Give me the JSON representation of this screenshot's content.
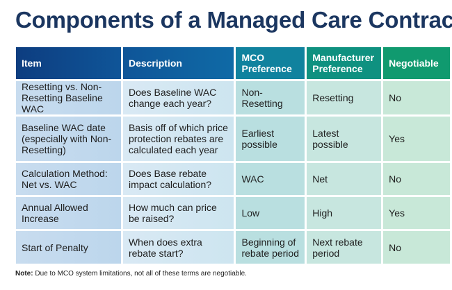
{
  "title": "Components of a Managed Care Contract",
  "table": {
    "headers": {
      "item": "Item",
      "description": "Description",
      "mco": "MCO Preference",
      "manufacturer": "Manufacturer Preference",
      "negotiable": "Negotiable"
    },
    "rows": [
      {
        "item": "Resetting vs. Non-Resetting Baseline WAC",
        "description": "Does Baseline WAC change each year?",
        "mco": "Non-Resetting",
        "manufacturer": "Resetting",
        "negotiable": "No"
      },
      {
        "item": "Baseline WAC date (especially with Non-Resetting)",
        "description": "Basis off of which price protection rebates are calculated each year",
        "mco": "Earliest possible",
        "manufacturer": "Latest possible",
        "negotiable": "Yes"
      },
      {
        "item": "Calculation Method: Net vs. WAC",
        "description": "Does Base rebate impact calculation?",
        "mco": "WAC",
        "manufacturer": "Net",
        "negotiable": "No"
      },
      {
        "item": "Annual Allowed Increase",
        "description": "How much can price be raised?",
        "mco": "Low",
        "manufacturer": "High",
        "negotiable": "Yes"
      },
      {
        "item": "Start of Penalty",
        "description": "When does extra rebate start?",
        "mco": "Beginning of rebate period",
        "manufacturer": "Next rebate period",
        "negotiable": "No"
      }
    ]
  },
  "note": {
    "label": "Note:",
    "text": " Due to MCO system limitations, not all of these terms are negotiable."
  }
}
